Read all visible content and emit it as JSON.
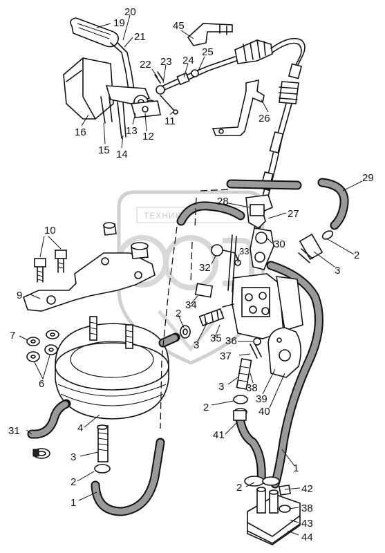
{
  "watermark": {
    "text": "ТЕХНИКА"
  },
  "callouts": [
    {
      "id": "20",
      "text": "20"
    },
    {
      "id": "19",
      "text": "19"
    },
    {
      "id": "21",
      "text": "21"
    },
    {
      "id": "45",
      "text": "45"
    },
    {
      "id": "25",
      "text": "25"
    },
    {
      "id": "24",
      "text": "24"
    },
    {
      "id": "22",
      "text": "22"
    },
    {
      "id": "23",
      "text": "23"
    },
    {
      "id": "16",
      "text": "16"
    },
    {
      "id": "13",
      "text": "13"
    },
    {
      "id": "12",
      "text": "12"
    },
    {
      "id": "11",
      "text": "11"
    },
    {
      "id": "26",
      "text": "26"
    },
    {
      "id": "15",
      "text": "15"
    },
    {
      "id": "14",
      "text": "14"
    },
    {
      "id": "29",
      "text": "29"
    },
    {
      "id": "28",
      "text": "28"
    },
    {
      "id": "27",
      "text": "27"
    },
    {
      "id": "10",
      "text": "10"
    },
    {
      "id": "30",
      "text": "30"
    },
    {
      "id": "33",
      "text": "33"
    },
    {
      "id": "2a",
      "text": "2"
    },
    {
      "id": "32",
      "text": "32"
    },
    {
      "id": "3a",
      "text": "3"
    },
    {
      "id": "9",
      "text": "9"
    },
    {
      "id": "34",
      "text": "34"
    },
    {
      "id": "2b",
      "text": "2"
    },
    {
      "id": "3b",
      "text": "3"
    },
    {
      "id": "35",
      "text": "35"
    },
    {
      "id": "36",
      "text": "36"
    },
    {
      "id": "7",
      "text": "7"
    },
    {
      "id": "37",
      "text": "37"
    },
    {
      "id": "6",
      "text": "6"
    },
    {
      "id": "3c",
      "text": "3"
    },
    {
      "id": "38a",
      "text": "38"
    },
    {
      "id": "39",
      "text": "39"
    },
    {
      "id": "2c",
      "text": "2"
    },
    {
      "id": "40",
      "text": "40"
    },
    {
      "id": "4",
      "text": "4"
    },
    {
      "id": "31",
      "text": "31"
    },
    {
      "id": "41",
      "text": "41"
    },
    {
      "id": "3d",
      "text": "3"
    },
    {
      "id": "1a",
      "text": "1"
    },
    {
      "id": "2d",
      "text": "2"
    },
    {
      "id": "2e",
      "text": "2"
    },
    {
      "id": "42",
      "text": "42"
    },
    {
      "id": "1b",
      "text": "1"
    },
    {
      "id": "38b",
      "text": "38"
    },
    {
      "id": "43",
      "text": "43"
    },
    {
      "id": "44",
      "text": "44"
    }
  ]
}
